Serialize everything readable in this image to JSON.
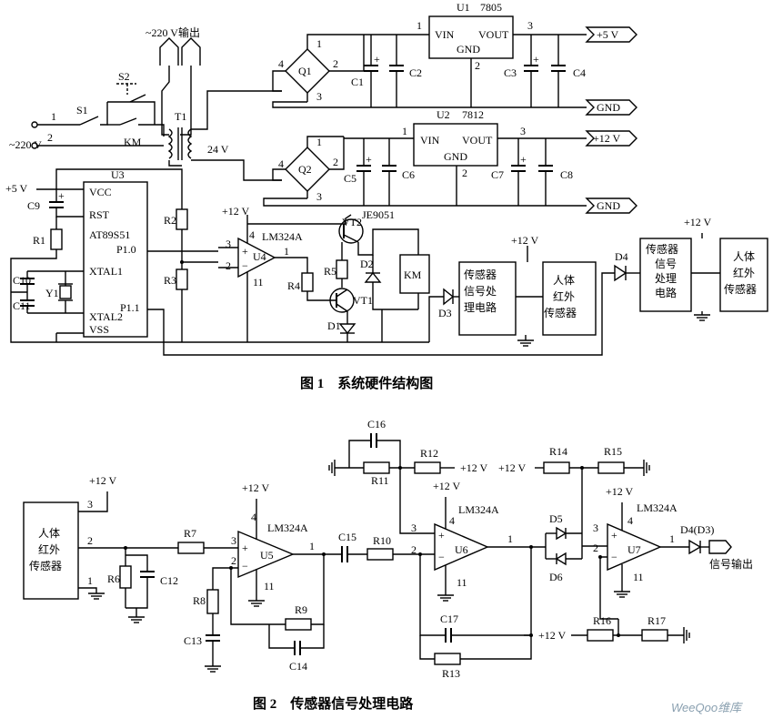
{
  "fig1": {
    "caption": "图 1　系统硬件结构图",
    "ac_out": "~220 V输出",
    "ac_in": "~220 V",
    "pin1": "1",
    "pin2": "2",
    "s1": "S1",
    "s2": "S2",
    "km": "KM",
    "t1": "T1",
    "v24": "24 V",
    "q1": "Q1",
    "q2": "Q2",
    "u1": "U1",
    "r7805": "7805",
    "u2": "U2",
    "r7812": "7812",
    "vin": "VIN",
    "vout": "VOUT",
    "gnd": "GND",
    "c1": "C1",
    "c2": "C2",
    "c3": "C3",
    "c4": "C4",
    "c5": "C5",
    "c6": "C6",
    "c7": "C7",
    "c8": "C8",
    "p5v": "+5 V",
    "p12v": "+12 V",
    "gnd_tag": "GND",
    "u3": "U3",
    "vcc": "VCC",
    "rst": "RST",
    "mcu": "AT89S51",
    "p10": "P1.0",
    "p11": "P1.1",
    "xtal1": "XTAL1",
    "xtal2": "XTAL2",
    "vss": "VSS",
    "c9": "C9",
    "c10": "C10",
    "c11": "C11",
    "r1": "R1",
    "y1": "Y1",
    "r2": "R2",
    "r3": "R3",
    "r4": "R4",
    "r5": "R5",
    "u4": "U4",
    "lm": "LM324A",
    "vt1": "VT1",
    "vt2": "VT2",
    "je": "JE9051",
    "d1": "D1",
    "d2": "D2",
    "d3": "D3",
    "d4": "D4",
    "sig_box": "传感器\n信号处\n理电路",
    "pir_box": "人体\n红外\n传感器",
    "sig_box2": "传感器\n信号\n处理\n电路",
    "pir_box2": "人体\n红外\n传感器",
    "pin3": "3",
    "pin4": "4",
    "pin11": "11"
  },
  "fig2": {
    "caption": "图 2　传感器信号处理电路",
    "pir": "人体\n红外\n传感器",
    "p12v": "+12 V",
    "r6": "R6",
    "r7": "R7",
    "r8": "R8",
    "r9": "R9",
    "r10": "R10",
    "r11": "R11",
    "r12": "R12",
    "r13": "R13",
    "r14": "R14",
    "r15": "R15",
    "r16": "R16",
    "r17": "R17",
    "c12": "C12",
    "c13": "C13",
    "c14": "C14",
    "c15": "C15",
    "c16": "C16",
    "c17": "C17",
    "u5": "U5",
    "u6": "U6",
    "u7": "U7",
    "lm": "LM324A",
    "d5": "D5",
    "d6": "D6",
    "d4d3": "D4(D3)",
    "out": "信号输出",
    "pin1": "1",
    "pin2": "2",
    "pin3": "3",
    "pin4": "4",
    "pin11": "11"
  },
  "watermark": "WeeQoo维库"
}
